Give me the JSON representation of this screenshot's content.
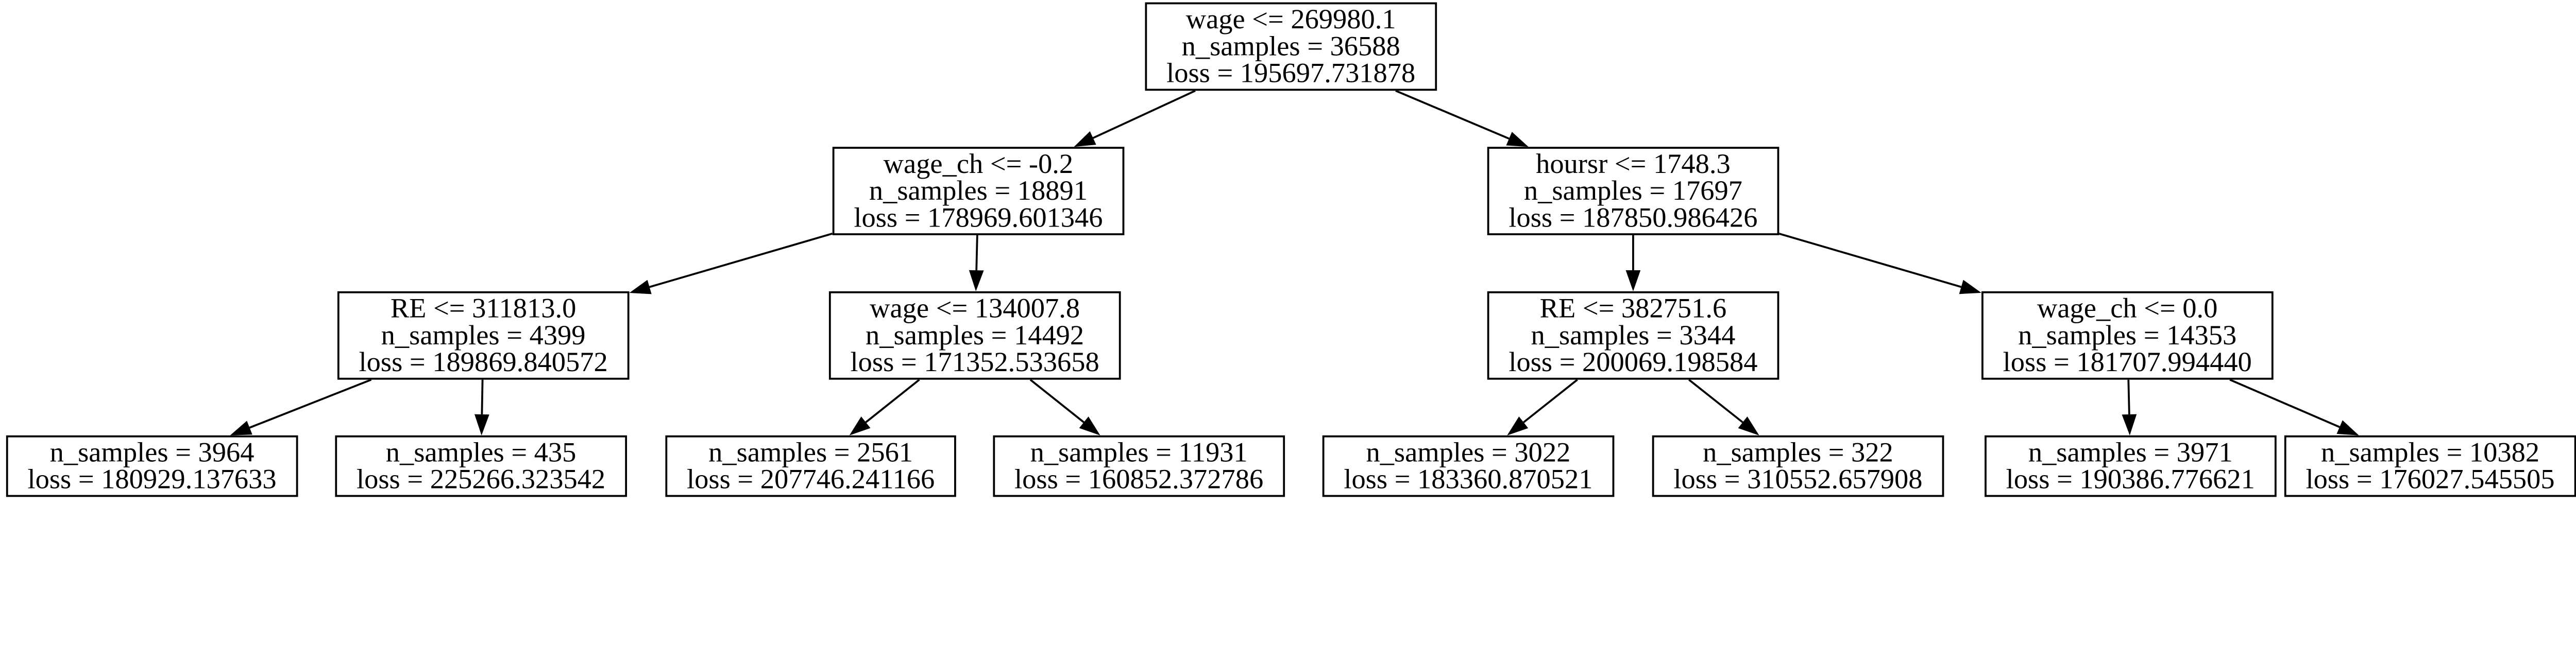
{
  "diagram": {
    "kind": "decision-tree",
    "background_color": "#ffffff",
    "box_fill_color": "#ffffff",
    "box_border_color": "#000000",
    "text_color": "#000000",
    "edge_color": "#000000",
    "nodes": [
      {
        "id": "n0",
        "lines": [
          "wage <= 269980.1",
          "n_samples = 36588",
          "loss = 195697.731878"
        ],
        "children": [
          "n1",
          "n2"
        ]
      },
      {
        "id": "n1",
        "lines": [
          "wage_ch <= -0.2",
          "n_samples = 18891",
          "loss = 178969.601346"
        ],
        "children": [
          "n3",
          "n4"
        ]
      },
      {
        "id": "n2",
        "lines": [
          "hoursr <= 1748.3",
          "n_samples = 17697",
          "loss = 187850.986426"
        ],
        "children": [
          "n5",
          "n6"
        ]
      },
      {
        "id": "n3",
        "lines": [
          "RE <= 311813.0",
          "n_samples = 4399",
          "loss = 189869.840572"
        ],
        "children": [
          "l1",
          "l2"
        ]
      },
      {
        "id": "n4",
        "lines": [
          "wage <= 134007.8",
          "n_samples = 14492",
          "loss = 171352.533658"
        ],
        "children": [
          "l3",
          "l4"
        ]
      },
      {
        "id": "n5",
        "lines": [
          "RE <= 382751.6",
          "n_samples = 3344",
          "loss = 200069.198584"
        ],
        "children": [
          "l5",
          "l6"
        ]
      },
      {
        "id": "n6",
        "lines": [
          "wage_ch <= 0.0",
          "n_samples = 14353",
          "loss = 181707.994440"
        ],
        "children": [
          "l7",
          "l8"
        ]
      },
      {
        "id": "l1",
        "lines": [
          "n_samples = 3964",
          "loss = 180929.137633"
        ],
        "children": []
      },
      {
        "id": "l2",
        "lines": [
          "n_samples = 435",
          "loss = 225266.323542"
        ],
        "children": []
      },
      {
        "id": "l3",
        "lines": [
          "n_samples = 2561",
          "loss = 207746.241166"
        ],
        "children": []
      },
      {
        "id": "l4",
        "lines": [
          "n_samples = 11931",
          "loss = 160852.372786"
        ],
        "children": []
      },
      {
        "id": "l5",
        "lines": [
          "n_samples = 3022",
          "loss = 183360.870521"
        ],
        "children": []
      },
      {
        "id": "l6",
        "lines": [
          "n_samples = 322",
          "loss = 310552.657908"
        ],
        "children": []
      },
      {
        "id": "l7",
        "lines": [
          "n_samples = 3971",
          "loss = 190386.776621"
        ],
        "children": []
      },
      {
        "id": "l8",
        "lines": [
          "n_samples = 10382",
          "loss = 176027.545505"
        ],
        "children": []
      }
    ]
  }
}
